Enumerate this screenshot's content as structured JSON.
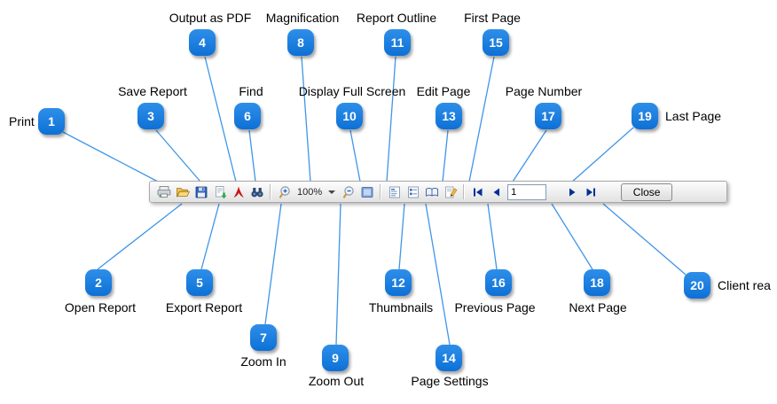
{
  "callouts": [
    {
      "number": "1",
      "label": "Print"
    },
    {
      "number": "2",
      "label": "Open Report"
    },
    {
      "number": "3",
      "label": "Save Report"
    },
    {
      "number": "4",
      "label": "Output as PDF"
    },
    {
      "number": "5",
      "label": "Export Report"
    },
    {
      "number": "6",
      "label": "Find"
    },
    {
      "number": "7",
      "label": "Zoom In"
    },
    {
      "number": "8",
      "label": "Magnification"
    },
    {
      "number": "9",
      "label": "Zoom Out"
    },
    {
      "number": "10",
      "label": "Display Full Screen"
    },
    {
      "number": "11",
      "label": "Report Outline"
    },
    {
      "number": "12",
      "label": "Thumbnails"
    },
    {
      "number": "13",
      "label": "Edit Page"
    },
    {
      "number": "14",
      "label": "Page Settings"
    },
    {
      "number": "15",
      "label": "First Page"
    },
    {
      "number": "16",
      "label": "Previous Page"
    },
    {
      "number": "17",
      "label": "Page Number"
    },
    {
      "number": "18",
      "label": "Next Page"
    },
    {
      "number": "19",
      "label": "Last Page"
    },
    {
      "number": "20",
      "label": "Client rea"
    }
  ],
  "toolbar": {
    "zoom_level": "100%",
    "page_number": "1",
    "close_label": "Close",
    "icons": [
      "print",
      "open-report",
      "save-report",
      "export-report",
      "output-as-pdf",
      "find",
      "zoom-in",
      "magnification-dropdown",
      "zoom-out",
      "display-full-screen",
      "report-outline",
      "thumbnails",
      "page-settings",
      "edit-page",
      "first-page",
      "previous-page",
      "page-number-input",
      "next-page",
      "last-page"
    ]
  },
  "colors": {
    "badge": "#1a7fe0",
    "connector_line": "#3f96e8"
  }
}
